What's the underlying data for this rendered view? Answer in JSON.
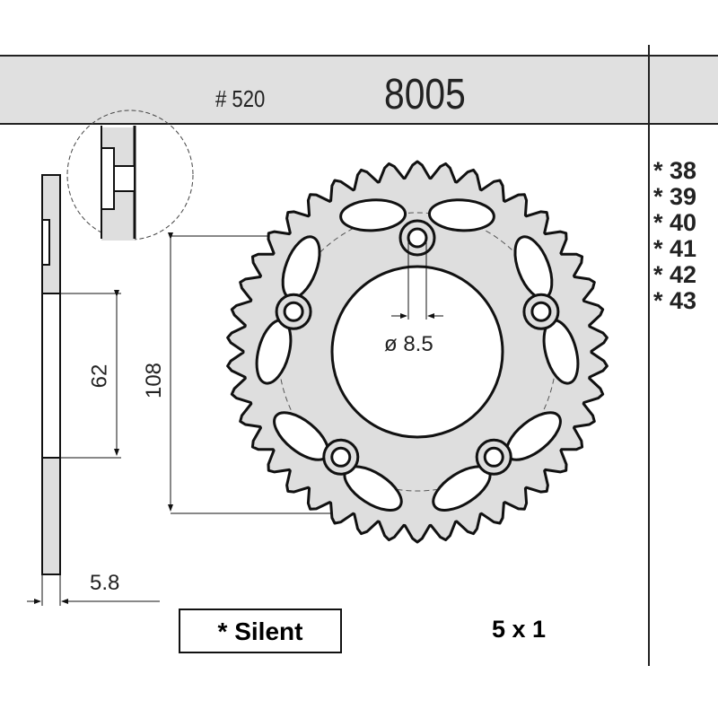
{
  "header": {
    "chain_pitch": "# 520",
    "part_number": "8005"
  },
  "tooth_sizes": [
    "* 38",
    "* 39",
    "* 40",
    "* 41",
    "* 42",
    "* 43"
  ],
  "dimensions": {
    "hub_height": "62",
    "bolt_span": "108",
    "thickness": "5.8",
    "bolt_hole": "ø 8.5"
  },
  "legend": {
    "silent": "* Silent"
  },
  "bolt_pattern": "5 x 1",
  "colors": {
    "fill": "#dedede",
    "line": "#111111"
  }
}
